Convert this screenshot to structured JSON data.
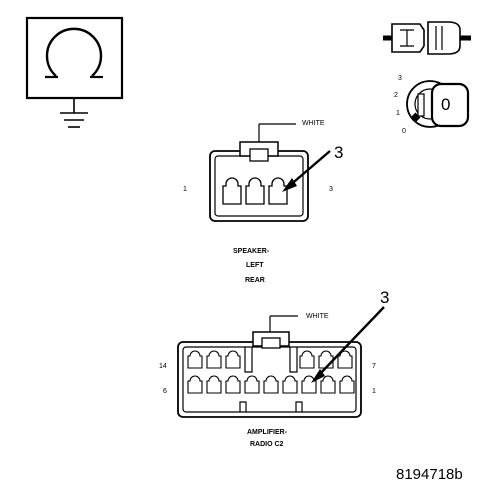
{
  "ohm_symbol": {
    "glyph": "Ω"
  },
  "icons": {
    "connector": "connector-plug-icon",
    "ignition": "ignition-key-icon",
    "ground": "ground-icon"
  },
  "ignition": {
    "positions": [
      "3",
      "2",
      "1",
      "0"
    ],
    "key_label": "0"
  },
  "speaker_connector": {
    "wire_label": "WHITE",
    "callout": "3",
    "left_pin": "1",
    "right_pin": "3",
    "title_lines": [
      "SPEAKER-",
      "LEFT",
      "REAR"
    ]
  },
  "amp_connector": {
    "wire_label": "WHITE",
    "callout": "3",
    "pin_top_left": "14",
    "pin_top_right": "7",
    "pin_bottom_left": "6",
    "pin_bottom_right": "1",
    "title_lines": [
      "AMPLIFIER-",
      "RADIO C2"
    ]
  },
  "figure_id": "8194718b",
  "colors": {
    "ink": "#000000",
    "paper": "#ffffff"
  }
}
